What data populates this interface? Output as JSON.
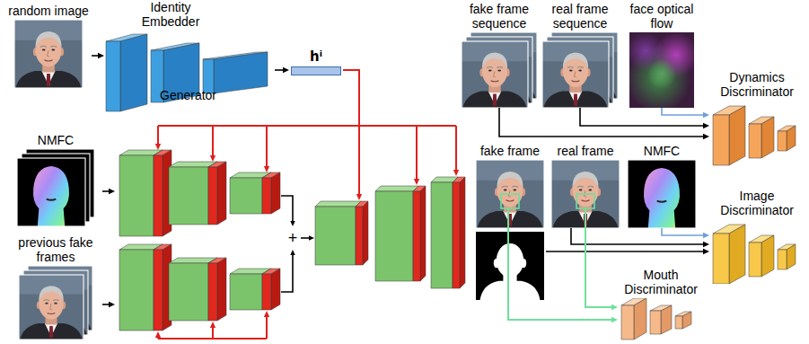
{
  "diagram": {
    "nodes": [
      {
        "text": [
          "random image"
        ]
      },
      {
        "text": [
          "Identity Embedder"
        ]
      },
      {
        "text": [
          "hⁱ"
        ]
      },
      {
        "text": [
          "NMFC"
        ]
      },
      {
        "text": [
          "previous fake frames"
        ]
      },
      {
        "text": [
          "Generator"
        ]
      },
      {
        "text": [
          "fake frame sequence"
        ]
      },
      {
        "text": [
          "real frame sequence"
        ]
      },
      {
        "text": [
          "face optical flow"
        ]
      },
      {
        "text": [
          "Dynamics Discriminator"
        ]
      },
      {
        "text": [
          "fake frame"
        ]
      },
      {
        "text": [
          "real frame"
        ]
      },
      {
        "text": [
          "NMFC"
        ]
      },
      {
        "text": [
          "Image Discriminator"
        ]
      },
      {
        "text": [
          "Mouth Discriminator"
        ]
      }
    ],
    "edges": [
      {
        "from": 0,
        "to": 1,
        "arrow": "to"
      },
      {
        "from": 1,
        "to": 2,
        "arrow": "to"
      },
      {
        "from": 2,
        "to": 5,
        "arrow": "none"
      },
      {
        "from": 3,
        "to": 5,
        "arrow": "to"
      },
      {
        "from": 4,
        "to": 5,
        "arrow": "to"
      },
      {
        "from": 6,
        "to": 9,
        "arrow": "to"
      },
      {
        "from": 7,
        "to": 9,
        "arrow": "to"
      },
      {
        "from": 8,
        "to": 9,
        "arrow": "to"
      },
      {
        "from": 10,
        "to": 13,
        "arrow": "to"
      },
      {
        "from": 11,
        "to": 13,
        "arrow": "to"
      },
      {
        "from": 12,
        "to": 13,
        "arrow": "to"
      },
      {
        "from": 10,
        "to": 14,
        "arrow": "to"
      },
      {
        "from": 11,
        "to": 14,
        "arrow": "to"
      }
    ],
    "labels": [
      "+"
    ]
  }
}
